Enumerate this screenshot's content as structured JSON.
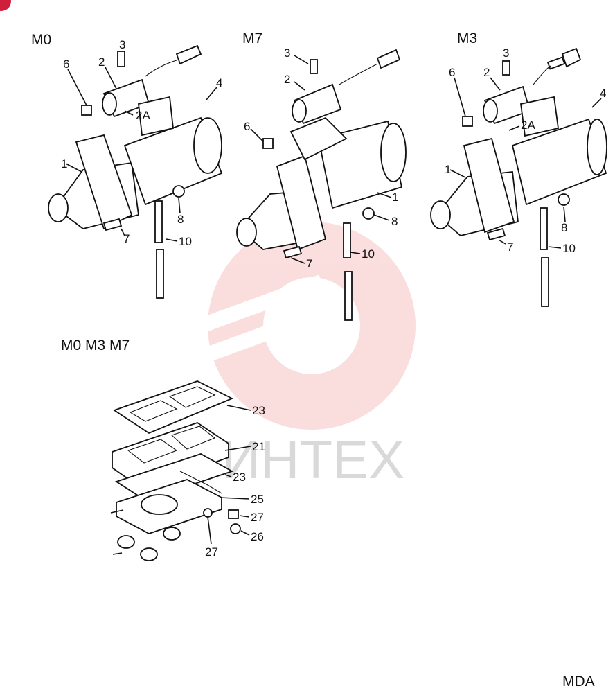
{
  "views": {
    "m0": {
      "title": "M0",
      "labels": [
        "6",
        "2",
        "3",
        "2A",
        "4",
        "1",
        "8",
        "7",
        "10"
      ]
    },
    "m7": {
      "title": "M7",
      "labels": [
        "3",
        "2",
        "6",
        "1",
        "8",
        "7",
        "10"
      ]
    },
    "m3": {
      "title": "M3",
      "labels": [
        "6",
        "2",
        "3",
        "4",
        "2A",
        "1",
        "8",
        "7",
        "10"
      ]
    },
    "intake": {
      "title": "M0 M3 M7",
      "labels": [
        "23",
        "21",
        "23",
        "25",
        "27",
        "26",
        "27"
      ]
    }
  },
  "watermark": {
    "text": "ИНТЕХ"
  },
  "footer": {
    "code": "MDA"
  }
}
